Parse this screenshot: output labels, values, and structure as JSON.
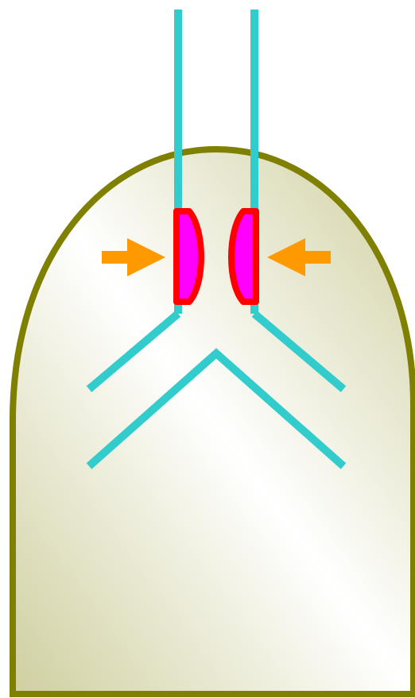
{
  "diagram": {
    "colors": {
      "background": "#ffffff",
      "housing_outline": "#808000",
      "housing_fill_dark": "#cfcf9f",
      "housing_fill_light": "#ffffff",
      "tube": "#33cccc",
      "clamp_outline": "#ff0000",
      "clamp_fill": "#ff00ff",
      "arrow": "#ff9900"
    },
    "components": {
      "housing": "arch-shaped-chamber",
      "tubes": [
        "left-vertical-tube",
        "right-vertical-tube",
        "left-diagonal-tube",
        "right-diagonal-tube",
        "inverted-v-tube"
      ],
      "clamps": [
        "left-clamp",
        "right-clamp"
      ],
      "arrows": [
        "left-arrow-pointing-right",
        "right-arrow-pointing-left"
      ]
    }
  }
}
